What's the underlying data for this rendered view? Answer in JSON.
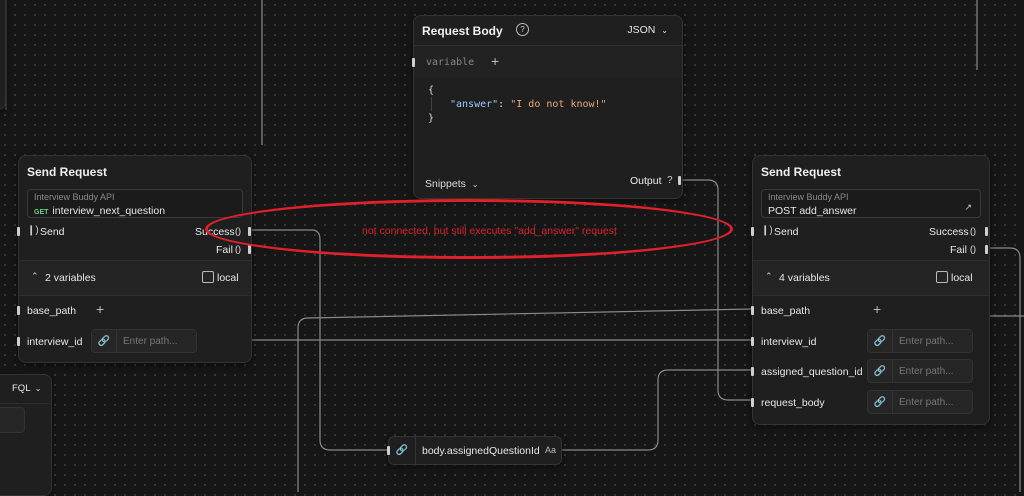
{
  "annotation": {
    "text": "not connected, but still executes \"add_answer\" request",
    "color": "#e0202a"
  },
  "request_body": {
    "title": "Request Body",
    "help_icon": "question-circle-icon",
    "format": "JSON",
    "variable_label": "variable",
    "code_open": "{",
    "code_key": "\"answer\"",
    "code_sep": ":",
    "code_value": "\"I do not know!\"",
    "code_close": "}",
    "snippets_label": "Snippets",
    "output_label": "Output",
    "output_help": "?"
  },
  "send_left": {
    "title": "Send Request",
    "api_name": "Interview Buddy API",
    "method": "GET",
    "request_name": "interview_next_question",
    "send_label": "Send",
    "success_label": "Success",
    "fail_label": "Fail",
    "vars_label": "2 variables",
    "scope_label": "local",
    "variables": [
      {
        "name": "base_path"
      },
      {
        "name": "interview_id",
        "placeholder": "Enter path..."
      }
    ]
  },
  "send_right": {
    "title": "Send Request",
    "api_name": "Interview Buddy API",
    "request_name": "POST add_answer",
    "send_label": "Send",
    "success_label": "Success",
    "fail_label": "Fail",
    "vars_label": "4 variables",
    "scope_label": "local",
    "variables": [
      {
        "name": "base_path"
      },
      {
        "name": "interview_id",
        "placeholder": "Enter path..."
      },
      {
        "name": "assigned_question_id",
        "placeholder": "Enter path..."
      },
      {
        "name": "request_body",
        "placeholder": "Enter path..."
      }
    ]
  },
  "path_node": {
    "label": "body.assignedQuestionId",
    "type_badge": "Aa"
  },
  "fql_node": {
    "label": "FQL"
  },
  "colors": {
    "accent_string": "#e8a87c",
    "key": "#9fc9ff",
    "connector": "#8a8a8a"
  }
}
